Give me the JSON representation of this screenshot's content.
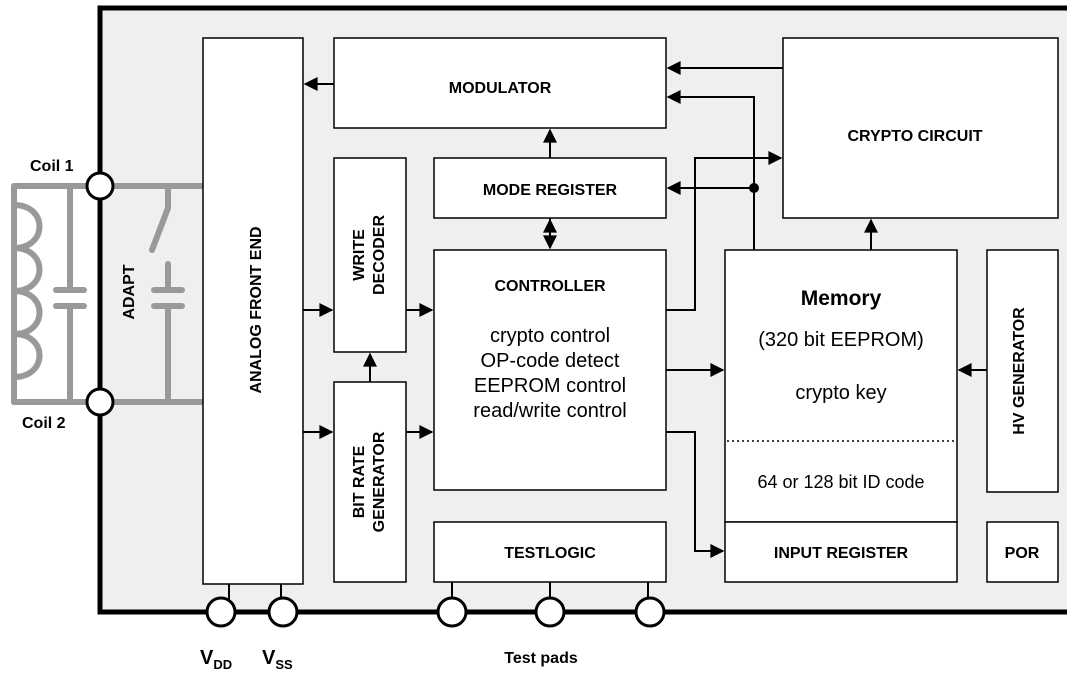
{
  "diagram": {
    "labels": {
      "coil1": "Coil 1",
      "coil2": "Coil 2",
      "adapt": "ADAPT",
      "vdd_main": "V",
      "vdd_sub": "DD",
      "vss_main": "V",
      "vss_sub": "SS",
      "test_pads": "Test pads"
    },
    "blocks": {
      "analog_front_end": "ANALOG FRONT END",
      "modulator": "MODULATOR",
      "crypto_circuit": "CRYPTO CIRCUIT",
      "mode_register": "MODE REGISTER",
      "write_decoder": [
        "WRITE",
        "DECODER"
      ],
      "bit_rate_generator": [
        "BIT RATE",
        "GENERATOR"
      ],
      "controller": {
        "title": "CONTROLLER",
        "lines": [
          "crypto control",
          "OP-code detect",
          "EEPROM control",
          "read/write control"
        ]
      },
      "memory": {
        "title": "Memory",
        "subtitle": "(320 bit EEPROM)",
        "key": "crypto key",
        "id_code": "64 or 128 bit ID code"
      },
      "hv_generator": "HV GENERATOR",
      "testlogic": "TESTLOGIC",
      "input_register": "INPUT REGISTER",
      "por": "POR"
    },
    "colors": {
      "chip_fill": "#efefef",
      "block_fill": "#ffffff",
      "wire": "#000000",
      "coil": "#999999"
    }
  }
}
